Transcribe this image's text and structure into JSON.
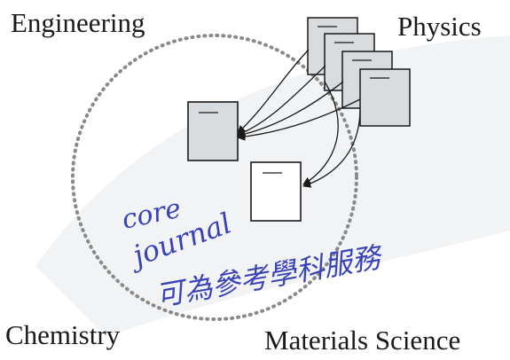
{
  "fields": {
    "engineering": "Engineering",
    "physics": "Physics",
    "chemistry": "Chemistry",
    "materials_science": "Materials Science"
  },
  "handwriting": {
    "line1": "core",
    "line2": "journal",
    "line3": "可為參考學科服務"
  },
  "colors": {
    "text": "#1a1a1a",
    "ink": "#3a43b5",
    "paper": "#d9dcdf",
    "core_paper": "#ffffff",
    "circle": "#8a8a8a",
    "wash": "#eef0f2"
  }
}
